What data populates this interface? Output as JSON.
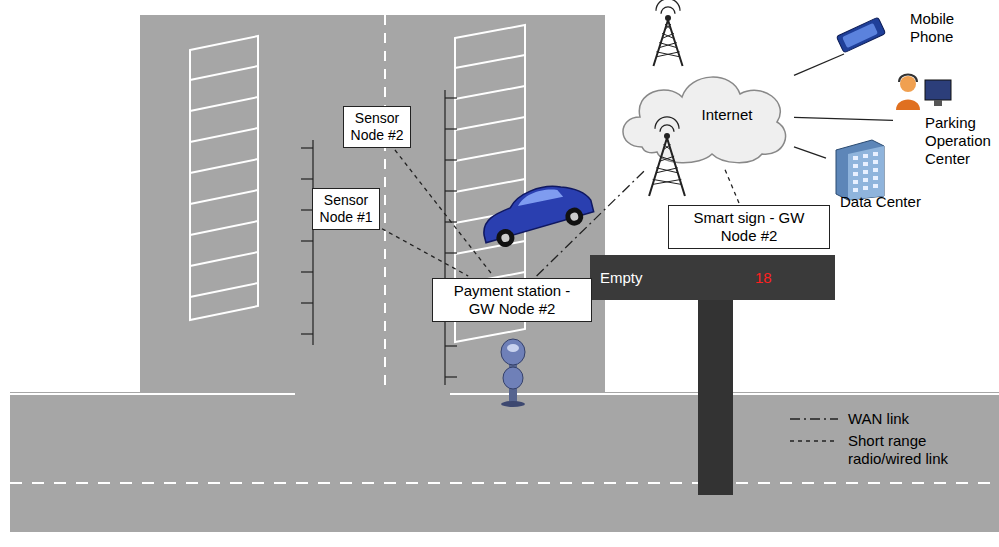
{
  "diagram": {
    "nodes": [
      {
        "text": [
          "Mobile Phone"
        ]
      },
      {
        "text": [
          "Internet"
        ]
      },
      {
        "text": [
          "Parking Operation Center"
        ]
      },
      {
        "text": [
          "Sensor Node #2"
        ]
      },
      {
        "text": [
          "Data Center"
        ]
      },
      {
        "text": [
          "Sensor Node #1"
        ]
      },
      {
        "text": [
          "Smart sign - GW Node #2"
        ]
      },
      {
        "text": [
          "Empty",
          "18"
        ]
      },
      {
        "text": [
          "Payment station - GW Node #2"
        ]
      }
    ],
    "edges": [
      {
        "from": 5,
        "to": 8,
        "arrow": "none"
      },
      {
        "from": 3,
        "to": 8,
        "arrow": "none"
      },
      {
        "from": 8,
        "to": 1,
        "arrow": "none"
      },
      {
        "from": 6,
        "to": 1,
        "arrow": "none"
      },
      {
        "from": 1,
        "to": 0,
        "arrow": "none"
      },
      {
        "from": 1,
        "to": 2,
        "arrow": "none"
      },
      {
        "from": 1,
        "to": 4,
        "arrow": "none"
      }
    ],
    "legend": [
      {
        "text": "WAN link"
      },
      {
        "text": "Short range radio/wired link"
      }
    ]
  }
}
